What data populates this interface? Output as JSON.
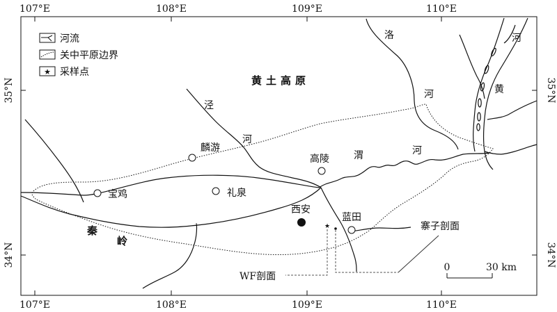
{
  "coords": {
    "top": [
      "107°E",
      "108°E",
      "109°E",
      "110°E"
    ],
    "bottom": [
      "107°E",
      "108°E",
      "109°E",
      "110°E"
    ],
    "left": [
      "35°N",
      "34°N"
    ],
    "right": [
      "35°N",
      "34°N"
    ]
  },
  "legend": {
    "river": "河流",
    "boundary": "关中平原边界",
    "sample": "采样点"
  },
  "region": "黄土高原",
  "mountains": {
    "qin": "秦",
    "ling": "岭"
  },
  "rivers": {
    "jing": "泾",
    "jing_he": "河",
    "wei": "渭",
    "wei_he": "河",
    "luo": "洛",
    "luo_he": "河",
    "huang": "黄",
    "huang_he": "河"
  },
  "places": {
    "baoji": "宝鸡",
    "linyou": "麟游",
    "liquan": "礼泉",
    "gaoling": "高陵",
    "xian": "西安",
    "lantian": "蓝田"
  },
  "sections": {
    "zhaizi": "寨子剖面",
    "wf": "WF剖面"
  },
  "scale": {
    "zero": "0",
    "end": "30 km"
  },
  "colors": {
    "ink": "#111111",
    "background": "#ffffff"
  }
}
